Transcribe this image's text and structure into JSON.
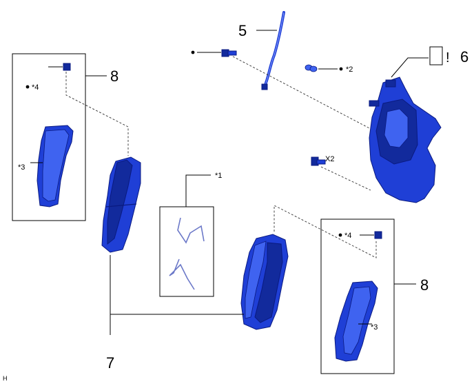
{
  "callouts": {
    "n5": "5",
    "n6": "6",
    "n7": "7",
    "n8_left": "8",
    "n8_right": "8",
    "star1": "*1",
    "star2": "*2",
    "star3_left": "*3",
    "star3_right": "*3",
    "star4_left": "*4",
    "star4_right": "*4",
    "x2": "X2",
    "exclaim": "!"
  },
  "corner_mark": "H",
  "icons": {
    "dot_marker": "bullet-dot",
    "caution_box": "rectangle-box"
  },
  "colors": {
    "part_blue": "#1f3fd6",
    "part_outline": "#0a1a80",
    "clip_gray_blue": "#6b78c8"
  }
}
